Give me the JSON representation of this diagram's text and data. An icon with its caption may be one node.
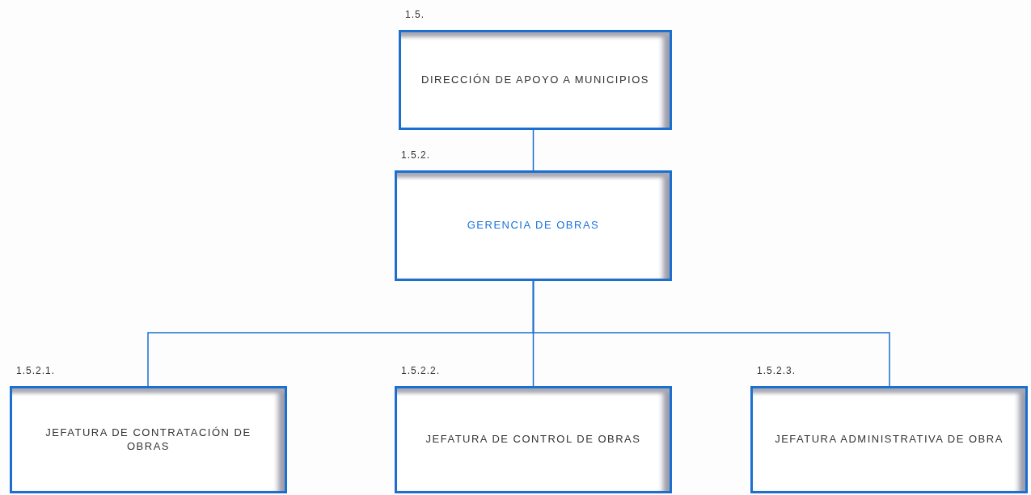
{
  "diagram": {
    "nodes": [
      {
        "text": [
          "DIRECCIÓN DE APOYO A MUNICIPIOS"
        ],
        "beside": [
          "1.5."
        ]
      },
      {
        "text": [
          "GERENCIA DE OBRAS"
        ],
        "beside": [
          "1.5.2."
        ]
      },
      {
        "text": [
          "JEFATURA DE CONTRATACIÓN DE OBRAS"
        ],
        "beside": [
          "1.5.2.1."
        ]
      },
      {
        "text": [
          "JEFATURA DE CONTROL DE OBRAS"
        ],
        "beside": [
          "1.5.2.2."
        ]
      },
      {
        "text": [
          "JEFATURA ADMINISTRATIVA DE OBRA"
        ],
        "beside": [
          "1.5.2.3."
        ]
      }
    ],
    "edges": [
      {
        "from": 0,
        "to": 1,
        "arrow": "none"
      },
      {
        "from": 1,
        "to": 2,
        "arrow": "none"
      },
      {
        "from": 1,
        "to": 3,
        "arrow": "none"
      },
      {
        "from": 1,
        "to": 4,
        "arrow": "none"
      }
    ]
  }
}
